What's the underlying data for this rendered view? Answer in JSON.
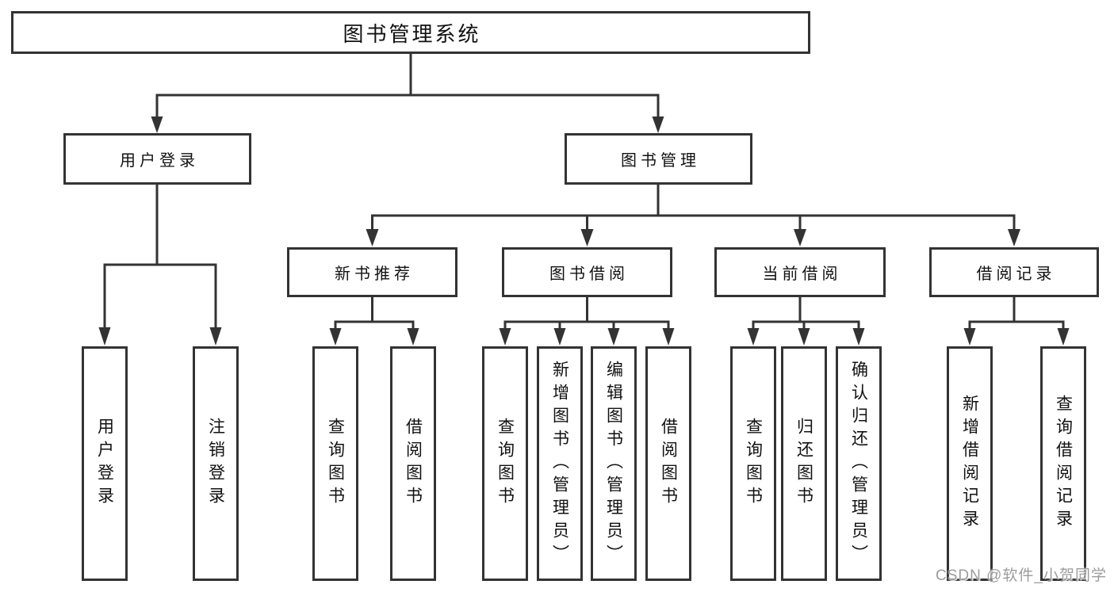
{
  "tree": {
    "root": "图书管理系统",
    "branches": [
      {
        "label": "用户登录",
        "leaves": [
          "用户登录",
          "注销登录"
        ]
      },
      {
        "label": "图书管理",
        "groups": [
          {
            "label": "新书推荐",
            "leaves": [
              "查询图书",
              "借阅图书"
            ]
          },
          {
            "label": "图书借阅",
            "leaves": [
              "查询图书",
              "新增图书（管理员）",
              "编辑图书（管理员）",
              "借阅图书"
            ]
          },
          {
            "label": "当前借阅",
            "leaves": [
              "查询图书",
              "归还图书",
              "确认归还（管理员）"
            ]
          },
          {
            "label": "借阅记录",
            "leaves": [
              "新增借阅记录",
              "查询借阅记录"
            ]
          }
        ]
      }
    ]
  },
  "watermark": {
    "text": "CSDN @软件_小贺同学"
  },
  "colors": {
    "line": "#333333",
    "text": "#111111",
    "box_fill": "#ffffff",
    "background": "#ffffff",
    "watermark": "#9c9c9c"
  }
}
